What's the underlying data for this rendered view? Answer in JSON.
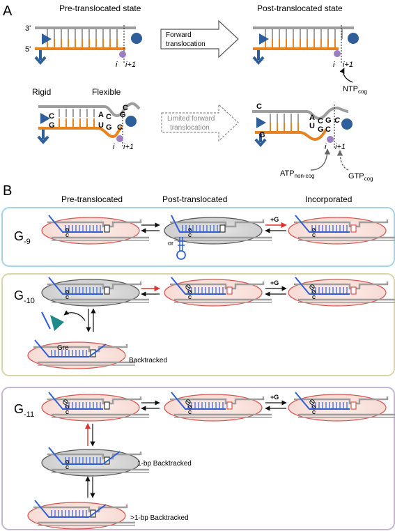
{
  "panel_a": {
    "letter": "A",
    "pre_title": "Pre-translocated state",
    "post_title": "Post-translocated state",
    "end3": "3'",
    "end5": "5'",
    "fwd_line1": "Forward",
    "fwd_line2": "translocation",
    "pos_i": "i",
    "pos_i1": "i+1",
    "ntp": "NTP",
    "ntp_sub": "cog",
    "rigid": "Rigid",
    "flexible": "Flexible",
    "lim_line1": "Limited forward",
    "lim_line2": "translocation",
    "atp": "ATP",
    "atp_sub": "non-cog",
    "gtp": "GTP",
    "gtp_sub": "cog",
    "bases": {
      "c": "C",
      "g": "G",
      "a": "A",
      "u": "U"
    }
  },
  "panel_b": {
    "letter": "B",
    "col_pre": "Pre-translocated",
    "col_post": "Post-translocated",
    "col_inc": "Incorporated",
    "plus_g": "+G",
    "or": "or",
    "gre": "Gre",
    "backtracked": "Backtracked",
    "bt1": "1-bp Backtracked",
    "bt_more": ">1-bp Backtracked",
    "g9": {
      "main": "G",
      "sub": "-9"
    },
    "g10": {
      "main": "G",
      "sub": "-10"
    },
    "g11": {
      "main": "G",
      "sub": "-11"
    },
    "bp_g": "G",
    "bp_c": "C"
  },
  "colors": {
    "dna_gray": "#9e9e9e",
    "rna_orange": "#e8821e",
    "rna_blue": "#2f5fd8",
    "pol_blue": "#2f5f9a",
    "dot_purple": "#9b7fc2",
    "box_g9": "#a6d3e3",
    "box_g10": "#d8d6a8",
    "box_g11": "#c5b6d6",
    "ellipse_red": "#d9534f",
    "arrow_red": "#e0322e"
  }
}
